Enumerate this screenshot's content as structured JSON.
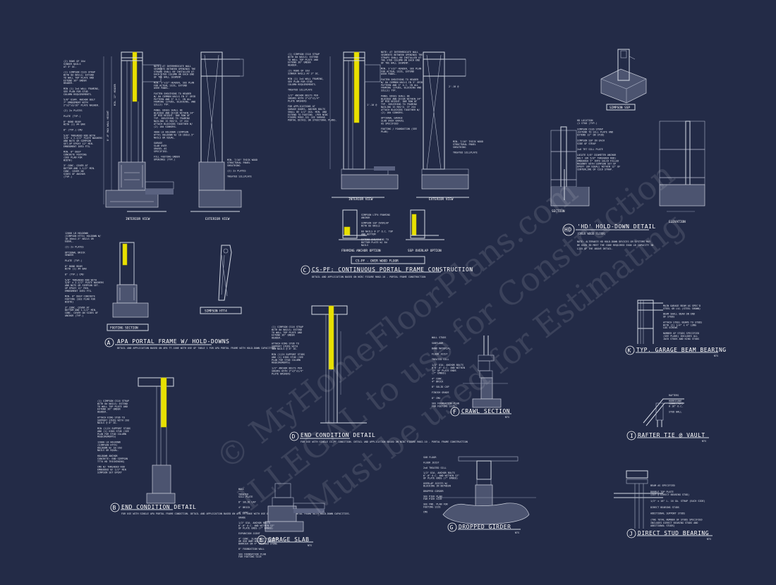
{
  "details": [
    {
      "id": "A",
      "title": "APA PORTAL FRAME W/ HOLD-DOWNS",
      "subtitle": "DETAIL AND APPLICATION BASED ON APA TT-100E WITH USE OF TABLE 1 FOR APA PORTAL FRAME WITH HOLD-DOWN CAPACITIES."
    },
    {
      "id": "B",
      "title": "END CONDITION DETAIL",
      "subtitle": "FOR USE WITH SINGLE APA PORTAL FRAME CONDITION. DETAIL AND APPLICATION BASED ON APA TT-100E WITH USE OF TABLE 1 FOR APA PORTAL FRAME WITH HOLD-DOWN CAPACITIES."
    },
    {
      "id": "C",
      "title": "CS-PF: CONTINUOUS PORTAL FRAME CONSTRUCTION",
      "subtitle": "DETAIL AND APPLICATION BASED ON NCBC FIGURE R602.10 - PORTAL FRAME CONSTRUCTION"
    },
    {
      "id": "D",
      "title": "END CONDITION DETAIL",
      "subtitle": "FOR USE WITH SINGLE CS-PF CONDITION. DETAIL AND APPLICATION BASED ON NCBC FIGURE R602.10 - PORTAL FRAME CONSTRUCTION"
    },
    {
      "id": "E",
      "title": "GARAGE SLAB",
      "subtitle": "NTS"
    },
    {
      "id": "F",
      "title": "CRAWL SECTION",
      "subtitle": "NTS"
    },
    {
      "id": "G",
      "title": "DROPPED GIRDER",
      "subtitle": "NTS"
    },
    {
      "id": "HD",
      "title": "'HD' HOLD-DOWN DETAIL",
      "subtitle": "(OVER WOOD FLOOR)"
    },
    {
      "id": "I",
      "title": "RAFTER TIE @ VAULT",
      "subtitle": "NTS"
    },
    {
      "id": "J",
      "title": "DIRECT STUD BEARING",
      "subtitle": "NTS"
    },
    {
      "id": "K",
      "title": "TYP. GARAGE BEAM BEARING",
      "subtitle": "NTS"
    }
  ],
  "views": {
    "a_interior": "INTERIOR VIEW",
    "a_exterior": "EXTERIOR VIEW",
    "c_interior": "INTERIOR VIEW",
    "c_exterior": "EXTERIOR VIEW",
    "footing": "FOOTING SECTION",
    "framing_anchor": "FRAMING ANCHOR OPTION",
    "ssp_overlap": "SSP OVERLAP OPTION",
    "cs_pf_label": "CS-PF - OVER WOOD FLOOR",
    "section": "SECTION",
    "elevation": "ELEVATION",
    "simpson_ssp": "SIMPSON SSP",
    "simpson_hth": "SIMPSON HTT4"
  },
  "notes": {
    "a_left": [
      "(2) ROWS OF 16d",
      "SINKER NAILS",
      "AT 3\" OC.",
      "",
      "(1) SIMPSON CS16 STRAP",
      "WITH 8d NAILS; EXTEND",
      "TO WALL TOP PLATE AND",
      "EXTEND 36\" UNDER",
      "HEADER.",
      "",
      "MIN (1) 2x4 WALL FRAMING,",
      "SEE PLAN FOR STUD",
      "COLUMN REQUIREMENTS.",
      "",
      "5/8\" DIAM. ANCHOR BOLT",
      "7\" EMBEDMENT WITH",
      "2\"x2\"x3/16\" PLATE WASHER.",
      "",
      "(2) 2x PLATES",
      "",
      "PLATE (TYP.)",
      "",
      "8\" BOND BEAM",
      "WITH (1) #4 BAR",
      "",
      "8\" (TYP.) CMU",
      "",
      "5/8\" THREADED ROD WITH",
      "3/8\" x 2-1/2\" PLATE WASHERS",
      "AND NUTS OR SIMPSON",
      "SET-XP EPOXY 12\" MIN.",
      "EMBEDMENT INTO FTG.",
      "",
      "MIN. 8\" DEEP",
      "CONCRETE FOOTING",
      "(SEE PLAN FOR",
      "WIDTH)",
      "",
      "3\" CONC. COVER AT",
      "BOTTOM AND 1-1/2\" MIN.",
      "CONC. COVER ON",
      "SIDES OF ANCHOR",
      "(TYP.)"
    ],
    "a_right": [
      "NOTE: AT INTERMEDIATE WALL",
      "SEGMENTS BETWEEN OPENINGS THE",
      "STRAPS SHALL BE INSTALLED AT",
      "EACH STUD COLUMN ON EACH END",
      "OF THE WALL SEGMENT.",
      "",
      "MIN. 3'x12\" HEADER, SEE PLAN",
      "FOR ACTUAL SIZE, EXTEND",
      "OVER PANEL.",
      "",
      "FASTEN SHEATHING TO HEADER",
      "W/ 8d COMMON NAILS IN 3\" GRID",
      "PATTERN AND 3\" O.C. IN ALL",
      "FRAMING (STUDS, BLOCKING, AND",
      "SILLS) TYP.",
      "",
      "PANEL EDGES SHALL BE",
      "BLOCKED AND OCCUR WITHIN 24\"",
      "OF MID HEIGHT. ONE ROW OF",
      "TYP. SHEATHING TO FRAMING",
      "NAILING IS REQ'D. IF 2X4",
      "ATTACH BLOCKING TOGETHER W/",
      "(2) 16d SINKERS.",
      "",
      "4000 LB HOLDOWN (SIMPSON",
      "HTT4) HOLDOWN W/ 18-16dx2.5\"",
      "NAILS OR EQUAL.",
      "",
      "GARAGE",
      "SLAB OVER",
      "GRAVEL AS",
      "SPECIFIED.",
      "",
      "FILL FOOTING UNDER",
      "OPENINGS (TYP.)"
    ],
    "a_ext": [
      "MIN. 7/16\" THICK WOOD",
      "STRUCTURAL PANEL",
      "SHEATHING",
      "",
      "(2) 2x PLATES",
      "",
      "TREATED SILLPLATE"
    ],
    "c_left": [
      "(1) SIMPSON CS16 STRAP",
      "WITH 8d NAILS; EXTEND",
      "TO WALL TOP PLATE AND",
      "EXTEND 36\" UNDER",
      "HEADER.",
      "",
      "(2) ROWS OF 16d",
      "SINKER NAILS AT 3\" OC.",
      "",
      "MIN (1) 2x4 WALL FRAMING,",
      "SEE PLAN FOR STUD",
      "COLUMN REQUIREMENTS.",
      "",
      "TREATED SILLPLATE",
      "",
      "1/2\" ANCHOR BOLTS PER",
      "SHEARS WITH 3\"x3\"x1/4\"",
      "PLATE WASHERS",
      "",
      "FOR APPLICATIONS AT",
      "GARAGE DOORS, ANCHOR BOLTS",
      "SHALL BE 1/2\" DIA. MIN. AND",
      "EXTEND TO FOOTING. (PER NCBC",
      "FIGURE R602.10) SEE GARAGE",
      "PORTAL DETAIL ON STRUCTURAL PLANS."
    ],
    "c_right": [
      "NOTE: AT INTERMEDIATE WALL",
      "SEGMENTS BETWEEN OPENINGS THE",
      "STRAPS SHALL BE INSTALLED AT",
      "THE STUD COLUMN ON EACH END",
      "OF THE WALL SEGMENT.",
      "",
      "MIN. 3'x12\" HEADER, SEE PLAN",
      "FOR ACTUAL SIZE, EXTEND",
      "OVER PANEL.",
      "",
      "FASTEN SHEATHING TO HEADER",
      "W/ 8d COMMON NAILS IN 3\" GRID",
      "PATTERN AND 3\" O.C. IN ALL",
      "FRAMING (STUDS, BLOCKING AND",
      "SILLS) TYP.",
      "",
      "PANEL EDGES SHALL BE",
      "BLOCKED AND OCCUR WITHIN 24\"",
      "OF MID HEIGHT. ONE ROW OF",
      "TYP. SHEATHING TO FRAMING",
      "NAILING IS REQ'D. IF 2X4",
      "ATTACH BLOCKING TOGETHER W/",
      "(2) 16d SINKERS.",
      "",
      "OPTIONAL GARAGE",
      "SLAB OVER GRAVEL",
      "AS SPECIFIED",
      "",
      "FOOTING / FOUNDATION (SEE",
      "PLAN)"
    ],
    "c_ext": [
      "MIN. 7/16\" THICK WOOD",
      "STRUCTURAL PANEL",
      "SHEATHING",
      "",
      "TREATED SILLPLATE"
    ],
    "c_options": [
      "SIMPSON LTP4 FRAMING",
      "ANCHOR",
      "",
      "SIMPSON SSP OVERLAP",
      "WITH 8d NAILS",
      "",
      "8d NAILS @ 3\" O.C. TOP",
      "AND BOTTOM",
      "",
      "EXTEND SHEATHING TO",
      "BOTTOM PLATE W/ 8d",
      "NAILS"
    ],
    "footing": [
      "12000 LB HOLDOWN",
      "(SIMPSON HTT4) HOLDOWN W/",
      "18-16dx2.5\" NAILS OR",
      "EQUAL.",
      "",
      "(2) 2x PLATES",
      "",
      "OPTIONAL BRICK",
      "VENEER",
      "",
      "PLATE (TYP.)",
      "",
      "8\" BOND BEAM",
      "WITH (1) #4 BAR",
      "",
      "8\" (TYP.) CMU",
      "",
      "5/8\" THREADED ROD WITH",
      "3/8\" x 2-1/2\" PLATE WASHERS",
      "AND NUTS OR SIMPSON SET-",
      "XP EPOXY 12\" MIN.",
      "EMBEDMENT INTO FTG.",
      "",
      "MIN. 8\" DEEP CONCRETE",
      "FOOTING (SEE PLAN FOR",
      "WIDTH)",
      "",
      "3\" CONC. COVER AT",
      "BOTTOM AND 1-1/2\" MIN.",
      "CONC. COVER ON SIDES OF",
      "ANCHOR (TYP.)"
    ],
    "b_left": [
      "(1) SIMPSON CS16 STRAP",
      "WITH 8d NAILS; EXTEND",
      "TO WALL TOP PLATE AND",
      "EXTEND 36\" UNDER",
      "HEADER.",
      "",
      "ATTACH KING STUD TO",
      "SUPPORT STUDS WITH 16d",
      "NAILS @ 8\" OC.",
      "",
      "MIN (1)2X SUPPORT STUDS",
      "AND (1) KING STUD (SEE",
      "PLAN FOR STUD COLUMN",
      "REQUIREMENTS)",
      "",
      "12000 LB HOLDOWN",
      "(SIMPSON HTT4)",
      "HOLDOWN W/ 18-16d",
      "NAILS OR EQUAL.",
      "",
      "HOLDOWN ANCHOR",
      "CONCRETE: END SIMPSON",
      "TTT4 HD THICKENING)",
      "",
      "CMU W/ THREADED ROD",
      "EMBEDDED W/ 1/2\" MIN",
      "SIMPSON SET EPOXY"
    ],
    "d_left": [
      "(1) SIMPSON CS16 STRAP",
      "WITH 8d NAILS; EXTEND",
      "TO WALL TOP PLATE AND",
      "EXTEND 36\" UNDER",
      "HEADER.",
      "",
      "ATTACH KING STUD TO",
      "SUPPORT STUDS WITH",
      "16d NAILS @ 8\" OC.",
      "",
      "MIN (1)2X SUPPORT STUDS",
      "AND (1) KING STUD (SEE",
      "PLAN FOR STUD COLUMN",
      "REQUIREMENTS)",
      "",
      "1/2\" ANCHOR BOLTS PER",
      "SHEARS WITH 3\"x3\"x1/4\"",
      "PLATE WASHERS"
    ],
    "hd": [
      "HD LOCATION",
      "(1 STUD (TYP.)",
      "",
      "SIMPSON CS16 STRAP",
      "(EXTEND TO SILL PLATE AND",
      "EXTEND 12\" ON STUD)",
      "",
      "SIMPSON SSP IN EACH",
      "SIDE OF STRAP",
      "",
      "2x6 TRT SILL PLATE",
      "",
      "LOCATE 5/8\" DIAMETER ANCHOR",
      "BOLT (OR 5/8\" THREADED ROD)",
      "EMBEDDED 5\" INTO SOLID FILLED",
      "MASONRY WITH SIMPSON SET-XP",
      "EPOXY (OR EQUAL) WITHIN 12\" OF",
      "CENTERLINE OF CS16 STRAP."
    ],
    "hd_note": [
      "NOTE: ALTERNATE HD HOLD-DOWN DEVICES OR SYSTEMS MAY",
      "BE USED TO MEET THE CODE REQUIRED 3500 LB CAPACITY IN",
      "LIEU OF THE ABOVE DETAIL."
    ],
    "k": [
      "MAIN GARAGE BEAM AS SPEC'D",
      "STEEL OR LVL (STEEL SHOWN)",
      "",
      "BEAM SHALL BEAR ON END",
      "OF STUDS",
      "",
      "ATTACH STEEL BEAMS TO STUDS",
      "WITH (2) 1/4\" x 4\" LONG",
      "LAG SCREWS",
      "",
      "NUMBER OF STUDS SPECIFIED",
      "(SEE PLANS) INCLUDES ALL",
      "JACK STUDS AND KING STUDS"
    ],
    "f": [
      "WALL STUDS",
      "",
      "SUBFLOOR",
      "",
      "BAND MATERIAL",
      "",
      "FLOOR JOIST",
      "",
      "TREATED SILL",
      "",
      "1/2\" DIA. ANCHOR BOLTS",
      "@ 6'-0\" O.C. AND WITHIN",
      "12\" OF PLATE ENDS",
      "(7\" EMBED)",
      "",
      "4\" CONC.",
      "4\" BRICK",
      "",
      "8\" SOLID CAP",
      "",
      "FINISH GRADE",
      "",
      "8\" CMU",
      "",
      "SEE FOUNDATION PLAN",
      "FOR FOOTING SIZE"
    ],
    "e": [
      "WALL",
      "",
      "TREATED",
      "SILL PLATE",
      "",
      "8\" SOLID CAP",
      "",
      "4\" BRICK",
      "",
      "4\" CONC.",
      "",
      "GRADE",
      "",
      "1/2\" DIA. ANCHOR BOLTS",
      "6'-0\" O.C. AND WITHIN 12\"",
      "OF PLATE ENDS (7\" EMBED)",
      "",
      "EXPANSION JOINT",
      "",
      "4\" CONC. SLAB WITH FIBERMESH",
      "OR 6X6 WWM ON 6 MIL VAPOR",
      "BARRIER ON 4\" CRUSHED STONE",
      "",
      "8\" FOUNDATION WALL",
      "",
      "SEE FOUNDATION PLAN",
      "FOR FOOTING SIZE"
    ],
    "g": [
      "SUB FLOOR",
      "",
      "FLOOR JOIST",
      "",
      "2x6 TREATED SILL",
      "",
      "1/2\" DIA. ANCHOR BOLTS",
      "6'-0\" O.C. AND WITHIN 12\"",
      "OF PLATE ENDS (7\" EMBED)",
      "",
      "OVERLAP JOISTS W/",
      "BLOCKING IN BETWEEN",
      "",
      "DROPPED GIRDER",
      "",
      "SEE PIER PLAN",
      "FOR PIER SIZE",
      "",
      "SEE FND. PLAN FOR",
      "FOOTING SIZE",
      "",
      "CMU"
    ],
    "i": [
      "RAFTERS",
      "",
      "HURRICANE",
      "CONNECTORS",
      "@ 16\" O.C.",
      "",
      "STUD WALL"
    ],
    "j": [
      "BEAM AS SPECIFIED",
      "",
      "DOUBLE TOP PLATE",
      "(CUT @ DIRECT BEARING STUD)",
      "",
      "1/2\" x 18\" L. 16 GA. STRAP (EACH SIDE)",
      "",
      "DIRECT BEARING STUDS",
      "",
      "ADDITIONAL SUPPORT STUDS",
      "",
      "(THE TOTAL NUMBER OF STUDS SPECIFIED",
      "INCLUDES DIRECT BEARING STUDS AND",
      "ADDITIONAL STUDS)"
    ]
  },
  "dims": {
    "a1": "MIN. 12\" HEADER",
    "a2": "8'-0\" MAX WALL HEIGHT",
    "c1": "2'-10 @",
    "c2": "1'-10 @"
  },
  "watermark": [
    "© MyHomeFloorPlans.com",
    "ILLEGAL to use for Construction",
    "Must be used for Estimating"
  ],
  "colors": {
    "background": "#232b47",
    "line": "#d6dbe6",
    "highlight": "#e8e000"
  }
}
